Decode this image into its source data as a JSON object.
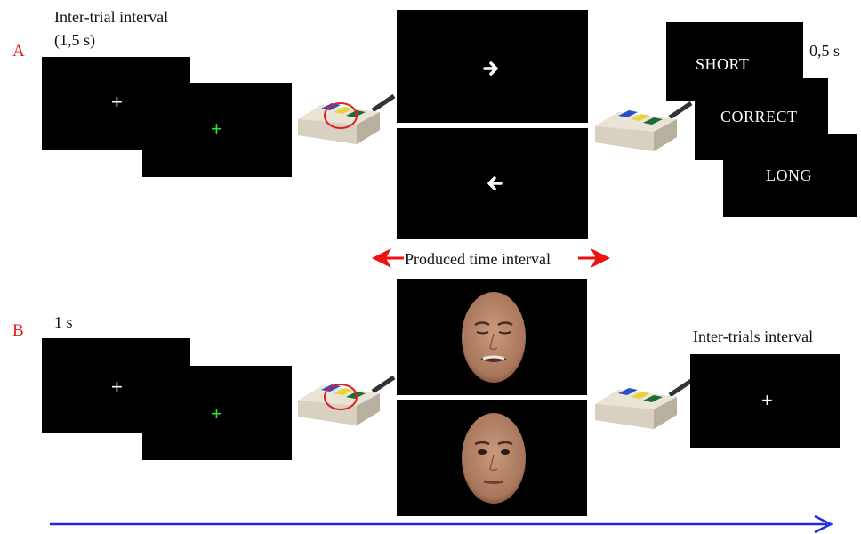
{
  "colors": {
    "panel_letter": "#e02020",
    "fixation_white": "#ffffff",
    "fixation_green": "#33dd33",
    "time_arrow": "#1f2bd6",
    "interval_arrow": "#ee1111",
    "response_circle": "#e02020"
  },
  "panel_a": {
    "letter": "A",
    "iti_label_line1": "Inter-trial interval",
    "iti_label_line2": "(1,5 s)",
    "fixation_symbol": "+",
    "stimulus_icons": [
      "right-arrow-icon",
      "left-arrow-icon"
    ],
    "feedback_duration": "0,5 s",
    "feedback_words": [
      "SHORT",
      "CORRECT",
      "LONG"
    ]
  },
  "produced_interval_label": "Produced time interval",
  "panel_b": {
    "letter": "B",
    "fixation_duration": "1 s",
    "fixation_symbol": "+",
    "stimulus_icons": [
      "grimacing-face-image",
      "neutral-face-image"
    ],
    "iti_label": "Inter-trials interval"
  },
  "response_box_icon": "response-box-icon",
  "timeline_icon": "time-arrow-icon"
}
